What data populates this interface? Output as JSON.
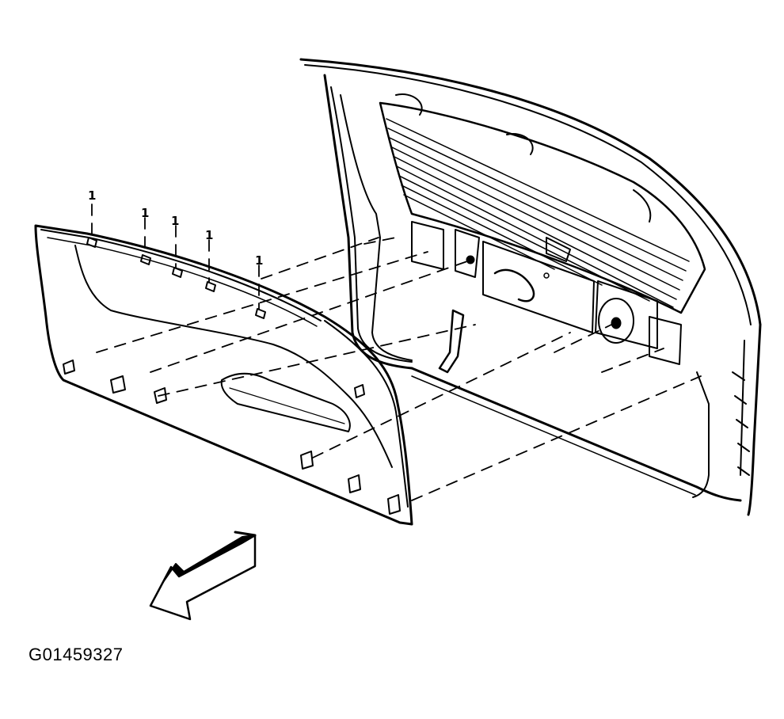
{
  "callouts": [
    "1",
    "1",
    "1",
    "1",
    "1"
  ],
  "figure_id": "G01459327"
}
